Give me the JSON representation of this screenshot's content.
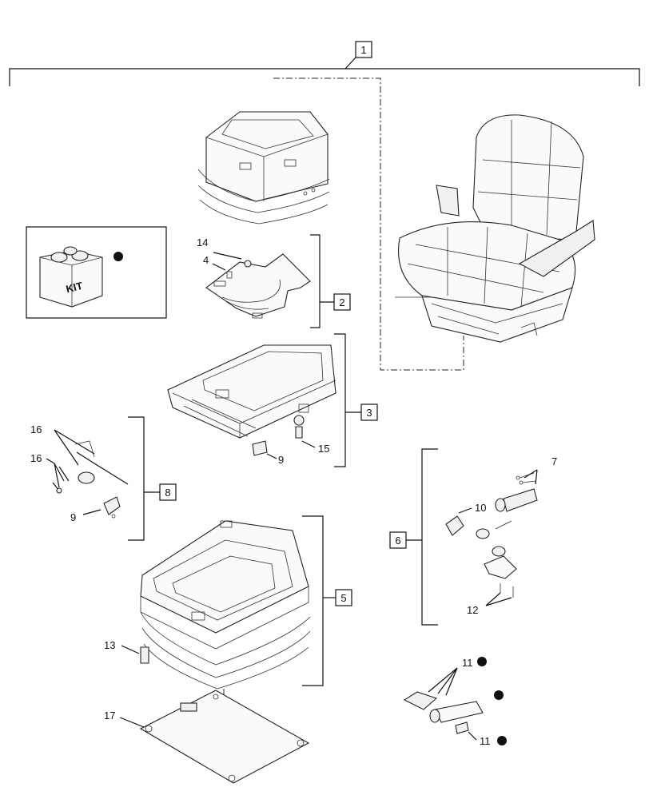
{
  "callouts": {
    "c1": "1",
    "c2": "2",
    "c3": "3",
    "c4": "4",
    "c5": "5",
    "c6": "6",
    "c7": "7",
    "c8": "8",
    "c9a": "9",
    "c9b": "9",
    "c10": "10",
    "c11a": "11",
    "c11b": "11",
    "c12": "12",
    "c13": "13",
    "c14": "14",
    "c15": "15",
    "c16a": "16",
    "c16b": "16",
    "c17": "17"
  },
  "kit": {
    "label": "KIT"
  },
  "colors": {
    "line": "#111111",
    "background": "#ffffff"
  },
  "icons": [
    "kit-box-icon",
    "bullet-dot-icon"
  ]
}
